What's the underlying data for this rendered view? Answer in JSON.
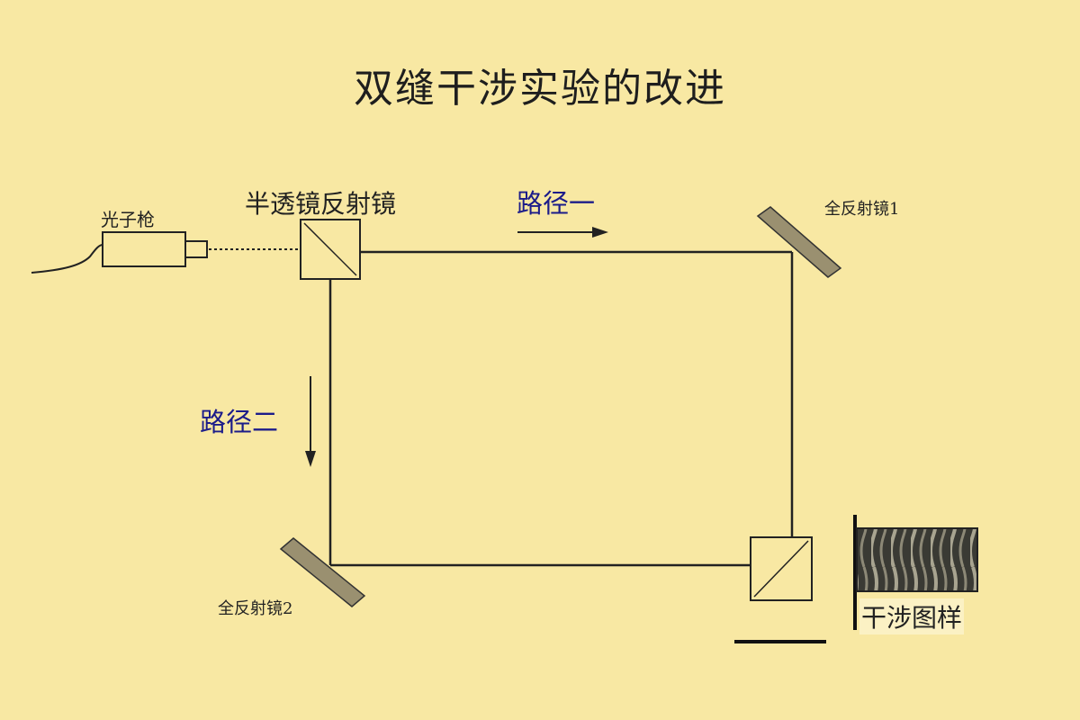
{
  "title": "双缝干涉实验的改进",
  "labels": {
    "photon_gun": "光子枪",
    "beam_splitter": "半透镜反射镜",
    "path_one": "路径一",
    "path_two": "路径二",
    "mirror_1": "全反射镜1",
    "mirror_2": "全反射镜2",
    "interference_pattern": "干涉图样"
  },
  "colors": {
    "background": "#f8e8a3",
    "ink": "#1e1e1e",
    "path_label": "#1c1c8a",
    "mirror_fill": "#9a9070"
  }
}
